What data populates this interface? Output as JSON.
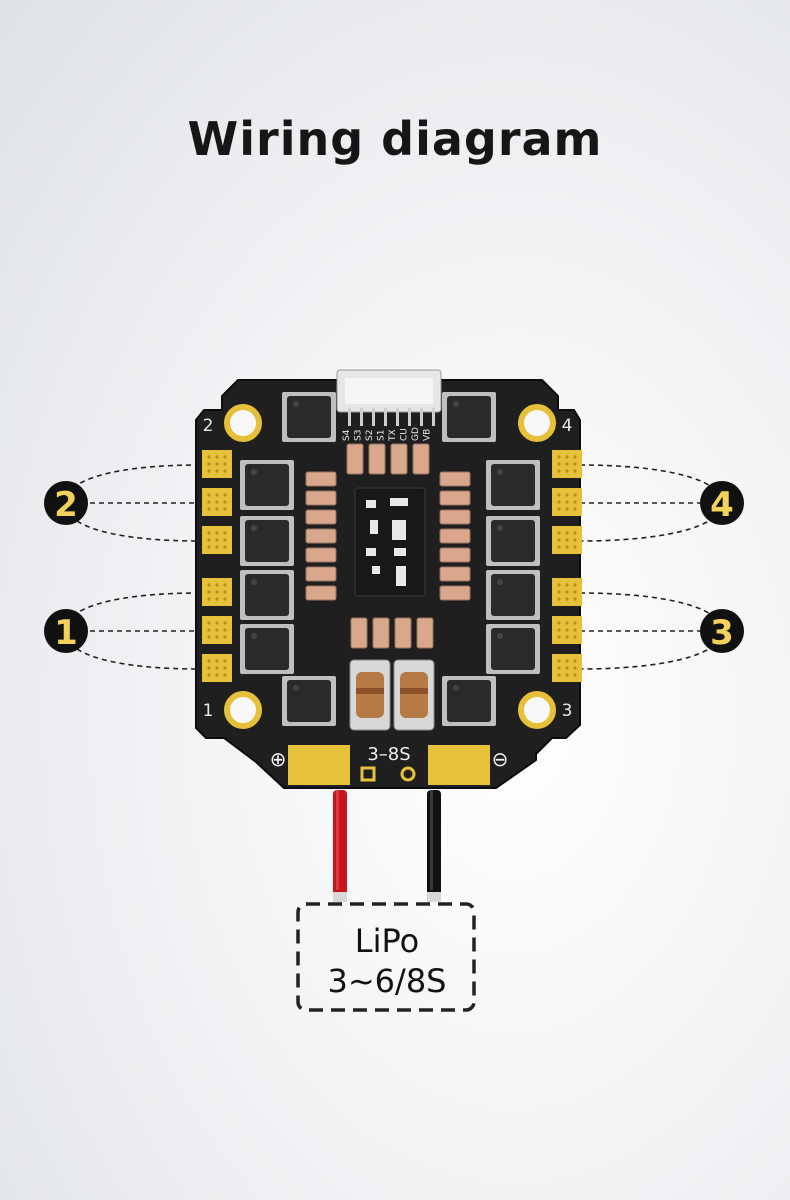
{
  "title": "Wiring diagram",
  "board": {
    "corner_labels": [
      "1",
      "2",
      "3",
      "4"
    ],
    "signal_labels": [
      "S4",
      "S3",
      "S2",
      "S1",
      "TX",
      "CU",
      "GD",
      "VB"
    ],
    "voltage_label": "3–8S",
    "positive_symbol": "⊕",
    "negative_symbol": "⊖"
  },
  "motors": [
    "1",
    "2",
    "3",
    "4"
  ],
  "battery": {
    "line1": "LiPo",
    "line2": "3~6/8S"
  },
  "colors": {
    "accent": "#f2d25a",
    "pcb": "#1e1e1e",
    "pad": "#e8c13a",
    "cap": "#d9a88c",
    "wire_pos": "#c8141c",
    "wire_neg": "#111111"
  }
}
